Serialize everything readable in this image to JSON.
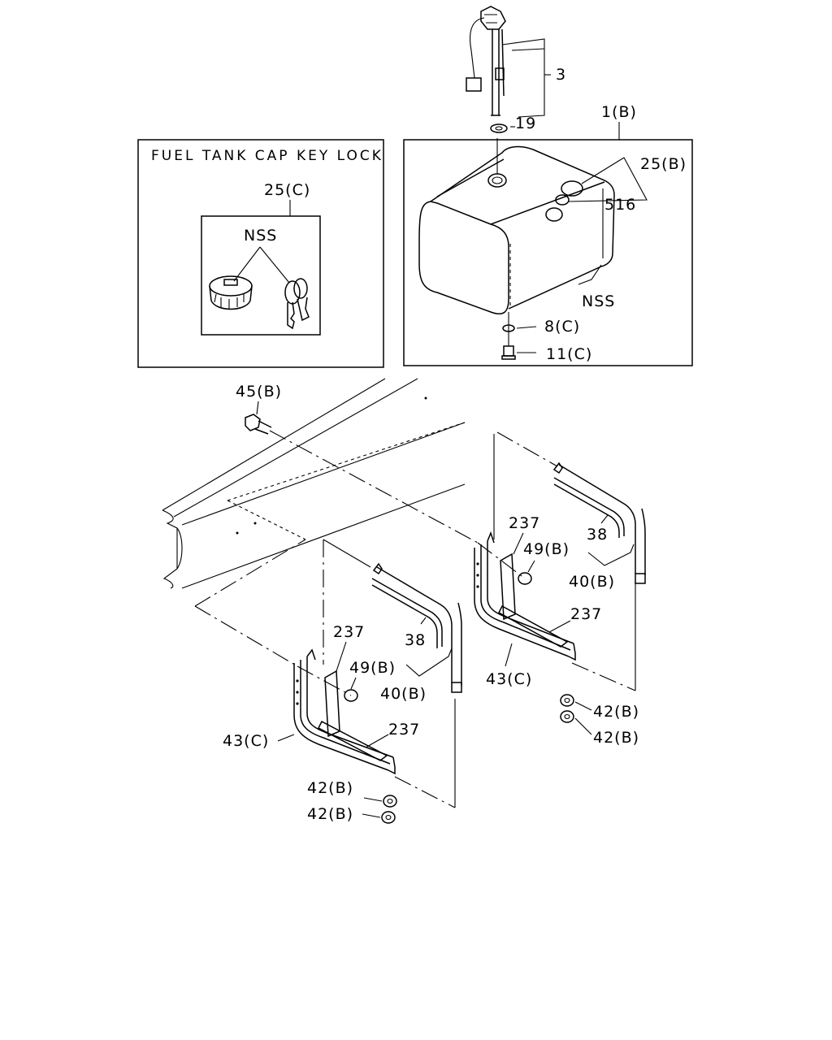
{
  "inset_box": {
    "title": "FUEL TANK CAP KEY LOCK",
    "part_label": "25(C)",
    "nss_label": "NSS"
  },
  "callouts": {
    "sender_unit": "3",
    "gasket": "19",
    "tank_assembly": "1(B)",
    "tank_cap": "25(B)",
    "tank_plug": "516",
    "tank_nss": "NSS",
    "washer": "8(C)",
    "drain_plug": "11(C)",
    "bolt": "45(B)",
    "rear_pad_upper": "237",
    "rear_strap": "38",
    "rear_nut_49": "49(B)",
    "rear_strap_assy": "40(B)",
    "rear_pad_lower": "237",
    "rear_bracket": "43(C)",
    "rear_nut_a": "42(B)",
    "rear_nut_b": "42(B)",
    "front_pad_upper": "237",
    "front_strap": "38",
    "front_nut_49": "49(B)",
    "front_strap_assy": "40(B)",
    "front_pad_lower": "237",
    "front_bracket": "43(C)",
    "front_nut_a": "42(B)",
    "front_nut_b": "42(B)"
  }
}
